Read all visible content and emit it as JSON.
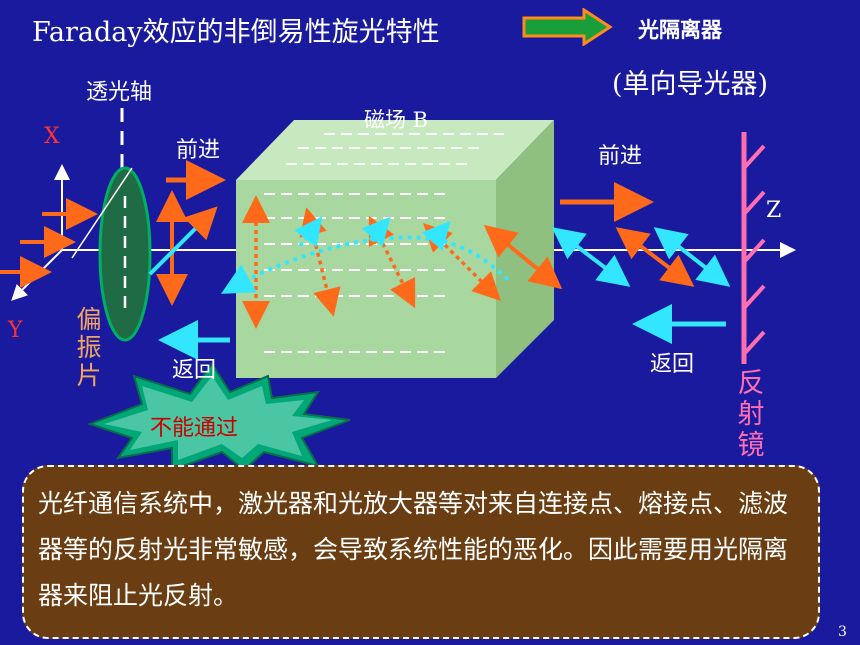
{
  "slide": {
    "title": "Faraday效应的非倒易性旋光特性",
    "isolator_label": "光隔离器",
    "isolator_sub": "(单向导光器)",
    "page_number": "3"
  },
  "diagram": {
    "axis_label": "透光轴",
    "magnetic_label": "磁场 B",
    "x_label": "X",
    "y_label": "Y",
    "z_label": "Z",
    "forward_left": "前进",
    "forward_right": "前进",
    "return_left": "返回",
    "return_right": "返回",
    "polarizer": [
      "偏",
      "振",
      "片"
    ],
    "mirror": [
      "反",
      "射",
      "镜"
    ],
    "blocked": "不能通过"
  },
  "info": {
    "text": "光纤通信系统中，激光器和光放大器等对来自连接点、熔接点、滤波器等的反射光非常敏感，会导致系统性能的恶化。因此需要用光隔离器来阻止光反射。"
  },
  "colors": {
    "background": "#1a1a9e",
    "arrow_orange": "#ff6a1a",
    "arrow_cyan": "#33e6ff",
    "cube_front": "#a8d8a0",
    "polarizer": "#1f6b46",
    "burst": "#00a878",
    "mirror": "#ff6fb0",
    "info_box": "#6b3d12"
  }
}
